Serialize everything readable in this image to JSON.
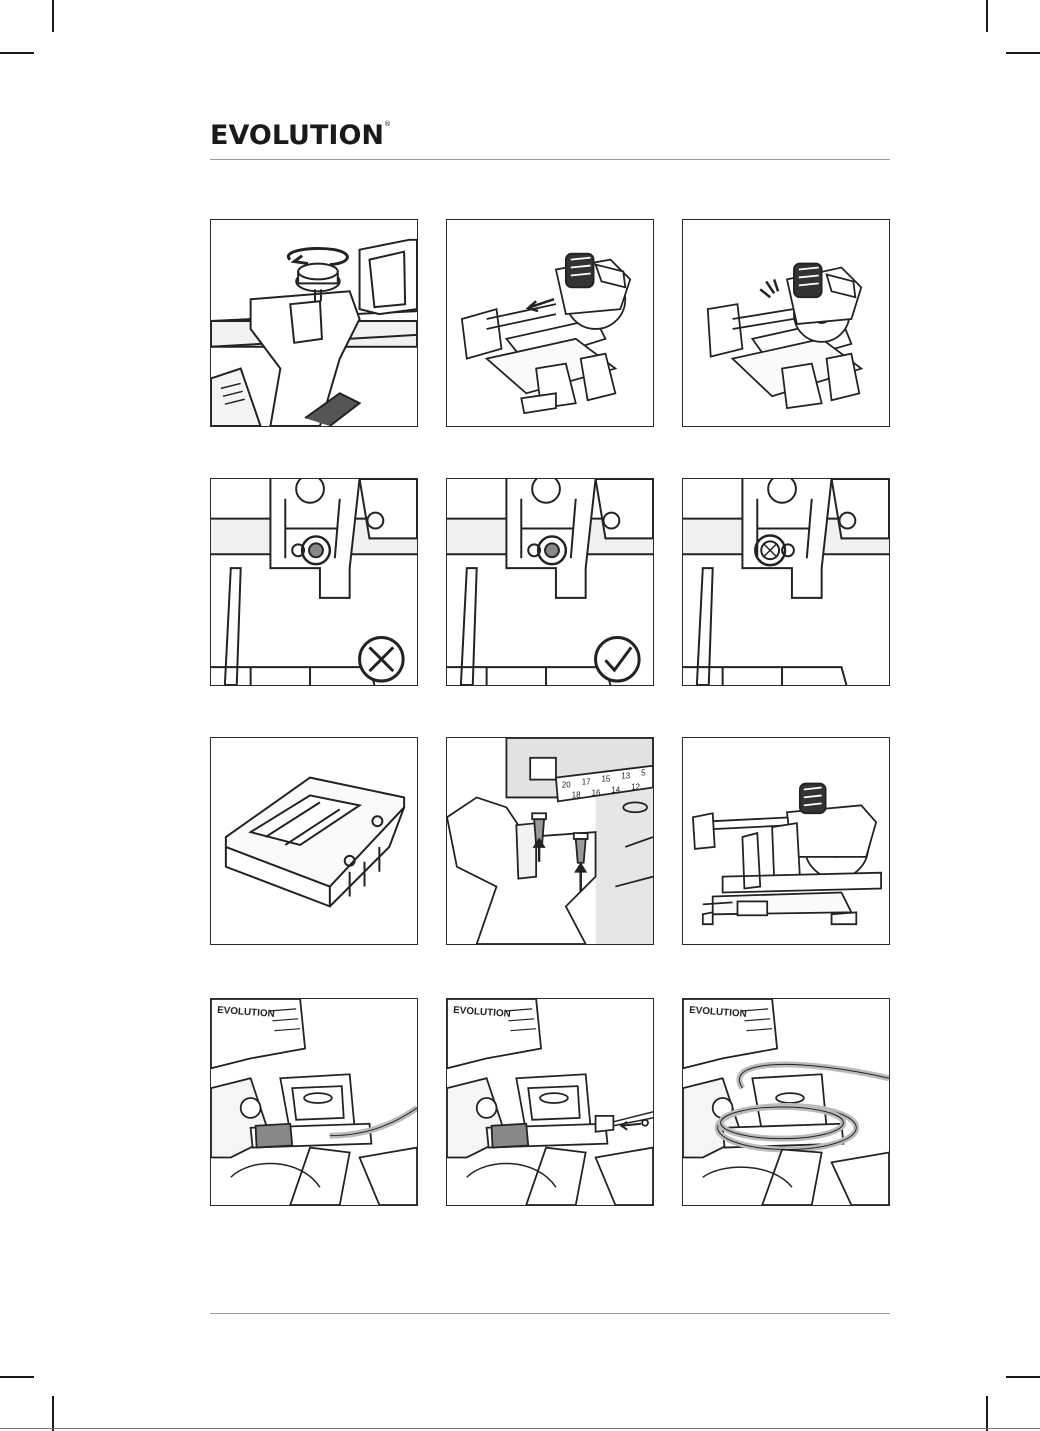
{
  "header": {
    "brand": "EVOLUTION",
    "brand_mark": "®"
  },
  "figures": [
    {
      "id": "fig-1",
      "icon": "knob-rotate-illustration"
    },
    {
      "id": "fig-2",
      "icon": "saw-insert-rail-illustration"
    },
    {
      "id": "fig-3",
      "icon": "saw-click-into-place-illustration"
    },
    {
      "id": "fig-4",
      "icon": "pin-misaligned-illustration",
      "status": "incorrect"
    },
    {
      "id": "fig-5",
      "icon": "pin-aligned-illustration",
      "status": "correct"
    },
    {
      "id": "fig-6",
      "icon": "pin-fixed-illustration"
    },
    {
      "id": "fig-7",
      "icon": "base-plate-illustration"
    },
    {
      "id": "fig-8",
      "icon": "fence-screws-illustration",
      "ruler_labels": [
        "18",
        "16",
        "14",
        "12",
        "20",
        "17",
        "15",
        "13",
        "5"
      ]
    },
    {
      "id": "fig-9",
      "icon": "assembled-saw-illustration"
    },
    {
      "id": "fig-10",
      "icon": "cable-clip-illustration",
      "label": "EVOLUTION"
    },
    {
      "id": "fig-11",
      "icon": "cable-clip-insert-illustration",
      "label": "EVOLUTION"
    },
    {
      "id": "fig-12",
      "icon": "cable-wrapped-illustration",
      "label": "EVOLUTION"
    }
  ]
}
